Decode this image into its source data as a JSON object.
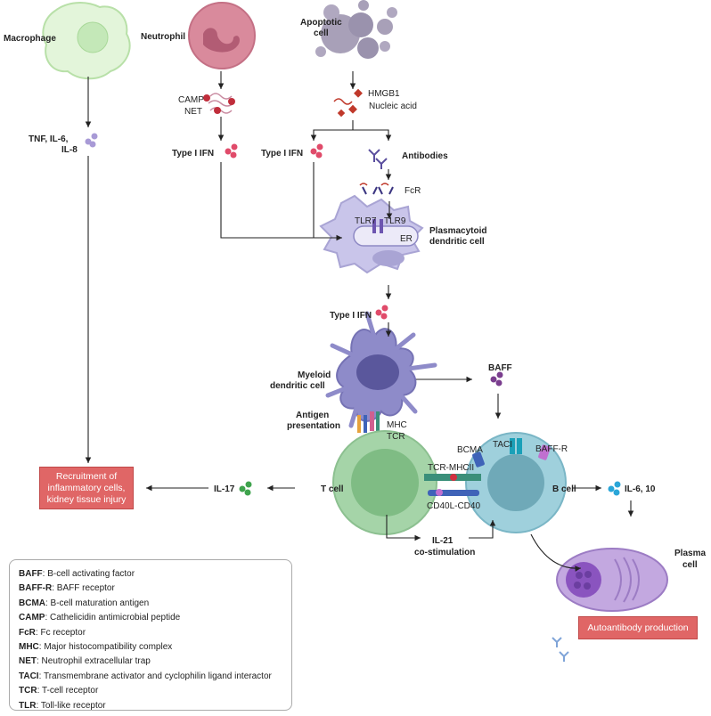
{
  "labels": {
    "macrophage": "Macrophage",
    "neutrophil": "Neutrophil",
    "apoptotic_1": "Apoptotic",
    "apoptotic_2": "cell",
    "camp": "CAMP",
    "net": "NET",
    "hmgb1": "HMGB1",
    "nucleic_acid": "Nucleic acid",
    "tnf_1": "TNF, IL-6,",
    "tnf_2": "IL-8",
    "type1ifn_a": "Type I IFN",
    "type1ifn_b": "Type I IFN",
    "type1ifn_c": "Type I IFN",
    "antibodies": "Antibodies",
    "fcr": "FcR",
    "tlr7": "TLR7",
    "tlr9": "TLR9",
    "er": "ER",
    "pdc_1": "Plasmacytoid",
    "pdc_2": "dendritic cell",
    "mdc_1": "Myeloid",
    "mdc_2": "dendritic cell",
    "baff": "BAFF",
    "antigen_1": "Antigen",
    "antigen_2": "presentation",
    "mhc": "MHC",
    "tcr": "TCR",
    "bcma": "BCMA",
    "taci": "TACI",
    "baffr": "BAFF-R",
    "tcr_mhcii": "TCR-MHCII",
    "cd40": "CD40L-CD40",
    "tcell": "T cell",
    "bcell": "B cell",
    "il17": "IL-17",
    "il6_10": "IL-6, 10",
    "il21_1": "IL-21",
    "il21_2": "co-stimulation",
    "plasma_1": "Plasma",
    "plasma_2": "cell"
  },
  "boxes": {
    "recruitment_1": "Recruitment of",
    "recruitment_2": "inflammatory cells,",
    "recruitment_3": "kidney tissue injury",
    "autoantibody": "Autoantibody production"
  },
  "legend": [
    {
      "term": "BAFF",
      "def": ": B-cell activating factor"
    },
    {
      "term": "BAFF-R",
      "def": ": BAFF receptor"
    },
    {
      "term": "BCMA",
      "def": ": B-cell maturation antigen"
    },
    {
      "term": "CAMP",
      "def": ": Cathelicidin antimicrobial peptide"
    },
    {
      "term": "FcR",
      "def": ": Fc receptor"
    },
    {
      "term": "MHC",
      "def": ": Major histocompatibility complex"
    },
    {
      "term": "NET",
      "def": ": Neutrophil extracellular trap"
    },
    {
      "term": "TACI",
      "def": ": Transmembrane activator and cyclophilin ligand interactor"
    },
    {
      "term": "TCR",
      "def": ": T-cell receptor"
    },
    {
      "term": "TLR",
      "def": ": Toll-like receptor"
    }
  ],
  "colors": {
    "macrophage": "#d9f2d0",
    "neutrophil": "#d98a9c",
    "apoptotic": "#a8a0b8",
    "pdc": "#c9c5ea",
    "mdc": "#8e8bc9",
    "tcell": "#a5d4a8",
    "bcell": "#9fd0dc",
    "plasma": "#b49bd6",
    "box": "#e06666"
  }
}
